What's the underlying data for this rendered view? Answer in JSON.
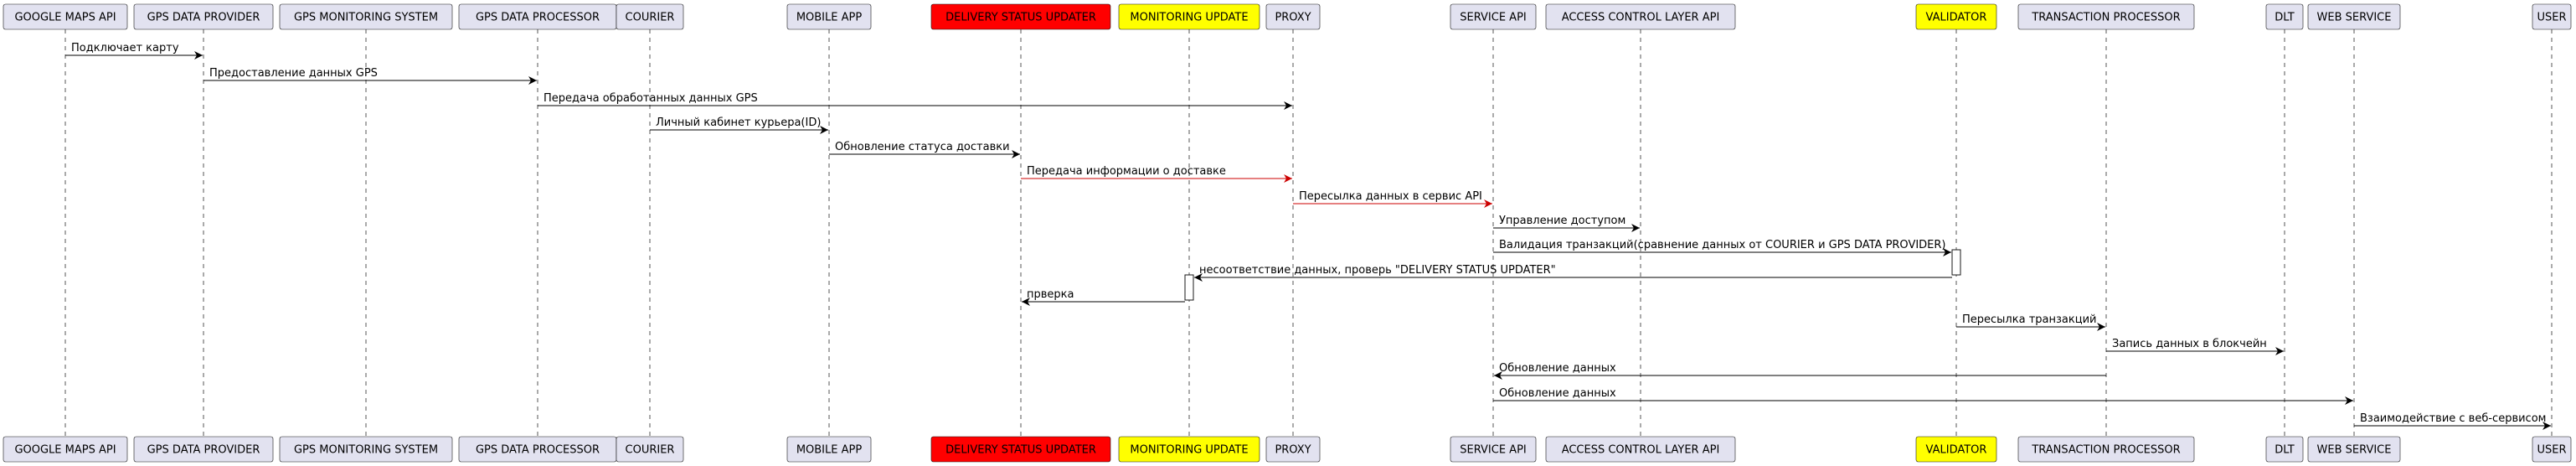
{
  "diagram": {
    "participants": [
      {
        "id": "google-maps-api",
        "label": "GOOGLE MAPS API",
        "fill": "#E2E2F0"
      },
      {
        "id": "gps-data-provider",
        "label": "GPS DATA PROVIDER",
        "fill": "#E2E2F0"
      },
      {
        "id": "gps-monitoring-system",
        "label": "GPS MONITORING SYSTEM",
        "fill": "#E2E2F0"
      },
      {
        "id": "gps-data-processor",
        "label": "GPS DATA PROCESSOR",
        "fill": "#E2E2F0"
      },
      {
        "id": "courier",
        "label": "COURIER",
        "fill": "#E2E2F0"
      },
      {
        "id": "mobile-app",
        "label": "MOBILE APP",
        "fill": "#E2E2F0"
      },
      {
        "id": "delivery-status-updater",
        "label": "DELIVERY STATUS UPDATER",
        "fill": "#FF0000"
      },
      {
        "id": "monitoring-update",
        "label": "MONITORING UPDATE",
        "fill": "#FFFF00"
      },
      {
        "id": "proxy",
        "label": "PROXY",
        "fill": "#E2E2F0"
      },
      {
        "id": "service-api",
        "label": "SERVICE API",
        "fill": "#E2E2F0"
      },
      {
        "id": "access-control-layer-api",
        "label": "ACCESS CONTROL LAYER API",
        "fill": "#E2E2F0"
      },
      {
        "id": "validator",
        "label": "VALIDATOR",
        "fill": "#FFFF00"
      },
      {
        "id": "transaction-processor",
        "label": "TRANSACTION PROCESSOR",
        "fill": "#E2E2F0"
      },
      {
        "id": "dlt",
        "label": "DLT",
        "fill": "#E2E2F0"
      },
      {
        "id": "web-service",
        "label": "WEB SERVICE",
        "fill": "#E2E2F0"
      },
      {
        "id": "user",
        "label": "USER",
        "fill": "#E2E2F0"
      }
    ],
    "messages": [
      {
        "from": "google-maps-api",
        "to": "gps-data-provider",
        "label": "Подключает карту",
        "color": "#000000"
      },
      {
        "from": "gps-data-provider",
        "to": "gps-data-processor",
        "label": "Предоставление данных GPS",
        "color": "#000000"
      },
      {
        "from": "gps-data-processor",
        "to": "proxy",
        "label": "Передача обработанных данных GPS",
        "color": "#000000"
      },
      {
        "from": "courier",
        "to": "mobile-app",
        "label": "Личный кабинет курьера(ID)",
        "color": "#000000"
      },
      {
        "from": "mobile-app",
        "to": "delivery-status-updater",
        "label": "Обновление статуса доставки",
        "color": "#000000"
      },
      {
        "from": "delivery-status-updater",
        "to": "proxy",
        "label": "Передача информации о доставке",
        "color": "#CC0000"
      },
      {
        "from": "proxy",
        "to": "service-api",
        "label": "Пересылка данных в сервис API",
        "color": "#CC0000"
      },
      {
        "from": "service-api",
        "to": "access-control-layer-api",
        "label": "Управление доступом",
        "color": "#000000"
      },
      {
        "from": "service-api",
        "to": "validator",
        "label": "Валидация транзакций(сравнение данных от COURIER и GPS DATA PROVIDER)",
        "color": "#000000"
      },
      {
        "from": "validator",
        "to": "monitoring-update",
        "label": "несоответствие данных, проверь \"DELIVERY STATUS UPDATER\"",
        "color": "#000000"
      },
      {
        "from": "monitoring-update",
        "to": "delivery-status-updater",
        "label": "прверка",
        "color": "#000000"
      },
      {
        "from": "validator",
        "to": "transaction-processor",
        "label": "Пересылка транзакций",
        "color": "#000000"
      },
      {
        "from": "transaction-processor",
        "to": "dlt",
        "label": "Запись данных в блокчейн",
        "color": "#000000"
      },
      {
        "from": "transaction-processor",
        "to": "service-api",
        "label": "Обновление данных",
        "color": "#000000"
      },
      {
        "from": "service-api",
        "to": "web-service",
        "label": "Обновление данных",
        "color": "#000000"
      },
      {
        "from": "web-service",
        "to": "user",
        "label": "Взаимодействие с веб-сервисом",
        "color": "#000000"
      }
    ]
  }
}
